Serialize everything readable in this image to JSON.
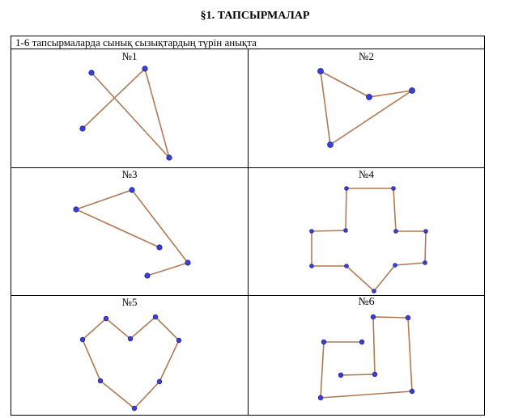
{
  "header": {
    "title": "§1. ТАПСЫРМАЛАР"
  },
  "instruction": "1-6 тапсырмаларда  сынық сызықтардың  түрін анықта",
  "tasks": [
    {
      "label": "№1"
    },
    {
      "label": "№2"
    },
    {
      "label": "№3"
    },
    {
      "label": "№4"
    },
    {
      "label": "№5"
    },
    {
      "label": "№6"
    }
  ],
  "colors": {
    "segment": "#b07a55",
    "vertex": "#3b3fd6",
    "border": "#000000"
  }
}
